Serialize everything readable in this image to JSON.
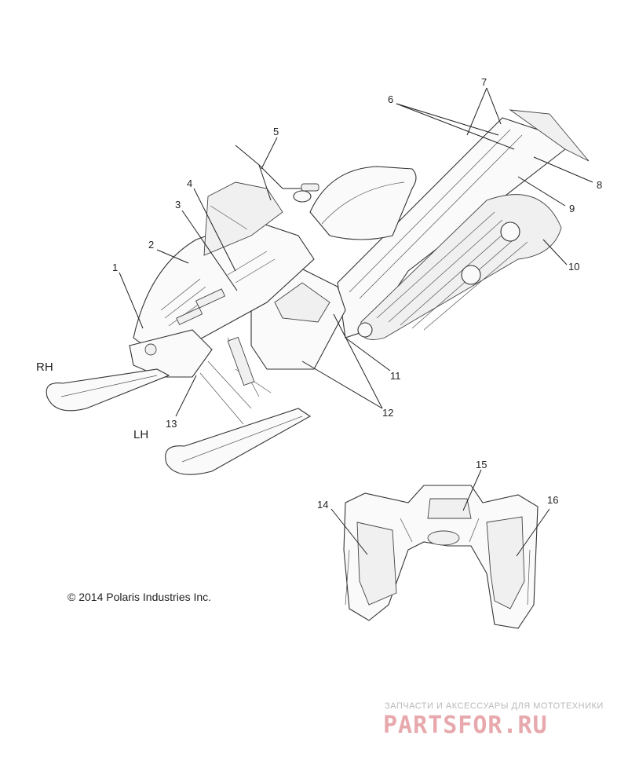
{
  "callouts": [
    "1",
    "2",
    "3",
    "4",
    "5",
    "6",
    "7",
    "8",
    "9",
    "10",
    "11",
    "12",
    "13",
    "14",
    "15",
    "16"
  ],
  "side_labels": {
    "rh": "RH",
    "lh": "LH"
  },
  "copyright": "© 2014 Polaris Industries Inc.",
  "watermark": {
    "tagline": "ЗАПЧАСТИ И АКСЕССУАРЫ ДЛЯ МОТОТЕХНИКИ",
    "logo": "PARTSFOR.RU"
  }
}
